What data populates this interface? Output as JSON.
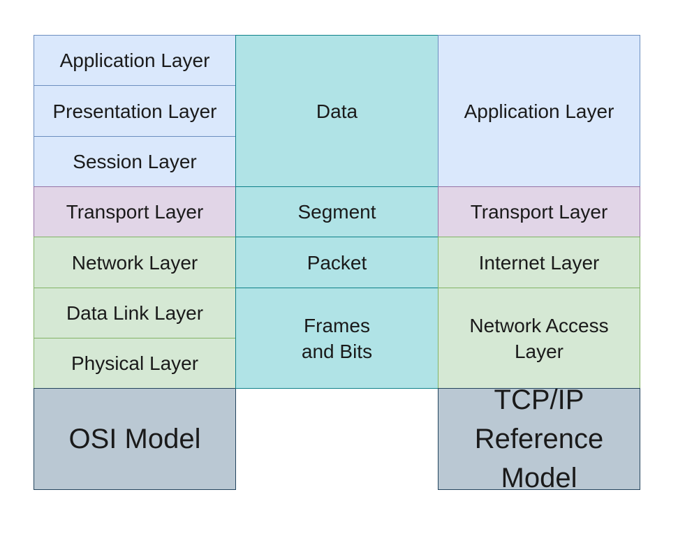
{
  "osi": {
    "layers": [
      "Application Layer",
      "Presentation Layer",
      "Session Layer",
      "Transport Layer",
      "Network Layer",
      "Data Link Layer",
      "Physical Layer"
    ],
    "label": "OSI Model"
  },
  "pdu": {
    "units": [
      "Data",
      "Segment",
      "Packet",
      "Frames and Bits"
    ]
  },
  "tcpip": {
    "layers": [
      "Application Layer",
      "Transport Layer",
      "Internet Layer",
      "Network Access Layer"
    ],
    "label": "TCP/IP Reference Model"
  },
  "colors": {
    "upper_layers": "#dae8fc",
    "transport": "#e1d5e7",
    "lower_layers": "#d5e8d4",
    "data_units": "#b0e3e6",
    "model_label": "#bac8d3"
  }
}
